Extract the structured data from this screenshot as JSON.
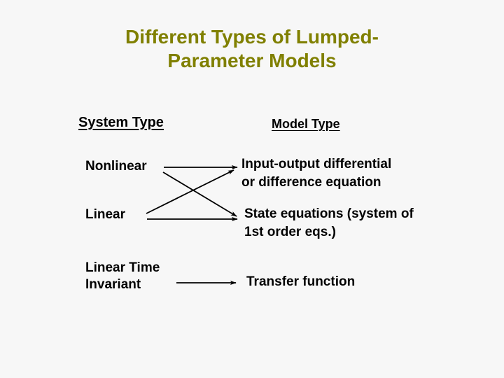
{
  "slide": {
    "background_color": "#f7f7f7",
    "title": "Different Types of Lumped-\nParameter Models",
    "title_color": "#808000",
    "text_color": "#000000"
  },
  "columns": {
    "system_header": "System Type",
    "model_header": "Model Type"
  },
  "rows": [
    {
      "system_type": "Nonlinear",
      "model_type": "Input-output differential\nor difference equation"
    },
    {
      "system_type": "Linear",
      "model_type": "State equations (system of\n1st order eqs.)"
    },
    {
      "system_type": "Linear Time\nInvariant",
      "model_type": "Transfer function"
    }
  ],
  "arrows": [
    {
      "name": "nonlinear-to-input-output",
      "from": "Nonlinear",
      "to": "Input-output differential or difference equation"
    },
    {
      "name": "nonlinear-to-state-equations",
      "from": "Nonlinear",
      "to": "State equations (system of 1st order eqs.)"
    },
    {
      "name": "linear-to-input-output",
      "from": "Linear",
      "to": "Input-output differential or difference equation"
    },
    {
      "name": "linear-to-state-equations",
      "from": "Linear",
      "to": "State equations (system of 1st order eqs.)"
    },
    {
      "name": "lti-to-transfer-function",
      "from": "Linear Time Invariant",
      "to": "Transfer function"
    }
  ]
}
